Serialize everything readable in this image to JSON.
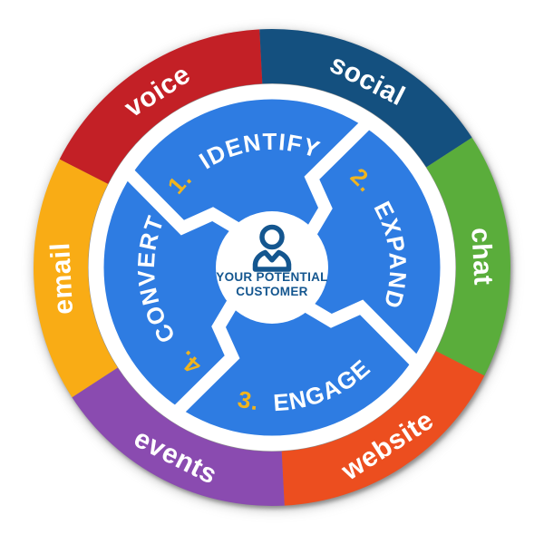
{
  "diagram": {
    "type": "cycle-wheel",
    "center": {
      "icon": "person-icon",
      "line1": "YOUR POTENTIAL",
      "line2": "CUSTOMER"
    },
    "stages": [
      {
        "number": "1.",
        "label": "IDENTIFY"
      },
      {
        "number": "2.",
        "label": "EXPAND"
      },
      {
        "number": "3.",
        "label": "ENGAGE"
      },
      {
        "number": "4.",
        "label": "CONVERT"
      }
    ],
    "channels": [
      {
        "label": "voice",
        "color": "#c32026"
      },
      {
        "label": "social",
        "color": "#14507f"
      },
      {
        "label": "chat",
        "color": "#5aad3b"
      },
      {
        "label": "website",
        "color": "#ec4e1f"
      },
      {
        "label": "events",
        "color": "#8a4bb0"
      },
      {
        "label": "email",
        "color": "#f9ac15"
      }
    ],
    "colors": {
      "inner_disc": "#2e7ce2",
      "divider": "#ffffff",
      "center_circle": "#ffffff",
      "stage_number": "#f0b41e",
      "stage_label": "#ffffff",
      "channel_label": "#ffffff",
      "center_text": "#14568f",
      "person_icon": "#14568f"
    }
  }
}
